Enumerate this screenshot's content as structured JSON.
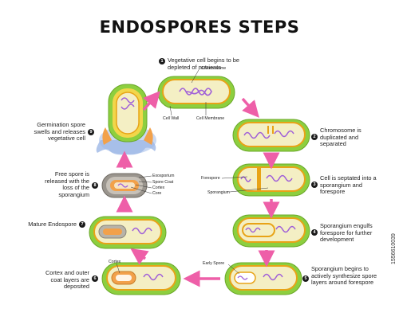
{
  "title": "ENDOSPORES STEPS",
  "steps": [
    {
      "number": "1",
      "text": "Vegetative cell begins to be depleted of nutrients"
    },
    {
      "number": "2",
      "text": "Chromosome is duplicated and separated"
    },
    {
      "number": "3",
      "text": "Cell is septated into a sporangium and forespore"
    },
    {
      "number": "4",
      "text": "Sporangium engulfs forespore for further development"
    },
    {
      "number": "5",
      "text": "Sporangium begins to actively synthesize spore layers around forespore"
    },
    {
      "number": "6",
      "text": "Cortex and outer coat layers are deposited"
    },
    {
      "number": "7",
      "text": "Mature Endospore"
    },
    {
      "number": "8",
      "text": "Free spore is released with the loss of the sporangium"
    },
    {
      "number": "9",
      "text": "Germination spore swells and releases vegetative cell"
    }
  ],
  "labels": {
    "chromosome": "Chromosome",
    "cell_wall": "Cell Wall",
    "cell_membrane": "Cell Membrane",
    "forespore": "Forespore",
    "sporangium": "Sporangium",
    "early_spore": "Early Spore",
    "cortex": "Cortex",
    "exosporium": "Exosporium",
    "spore_coat": "Spore Coat",
    "cortex_free": "Cortex",
    "core": "Core"
  },
  "watermark": "1556610039",
  "colors": {
    "cell_wall": "#8dcf3f",
    "cell_inner": "#f4efc4",
    "membrane": "#e8a317",
    "chromosome": "#a060d8",
    "arrow": "#ee5fa8",
    "spore_layer": "#f2a14a"
  }
}
